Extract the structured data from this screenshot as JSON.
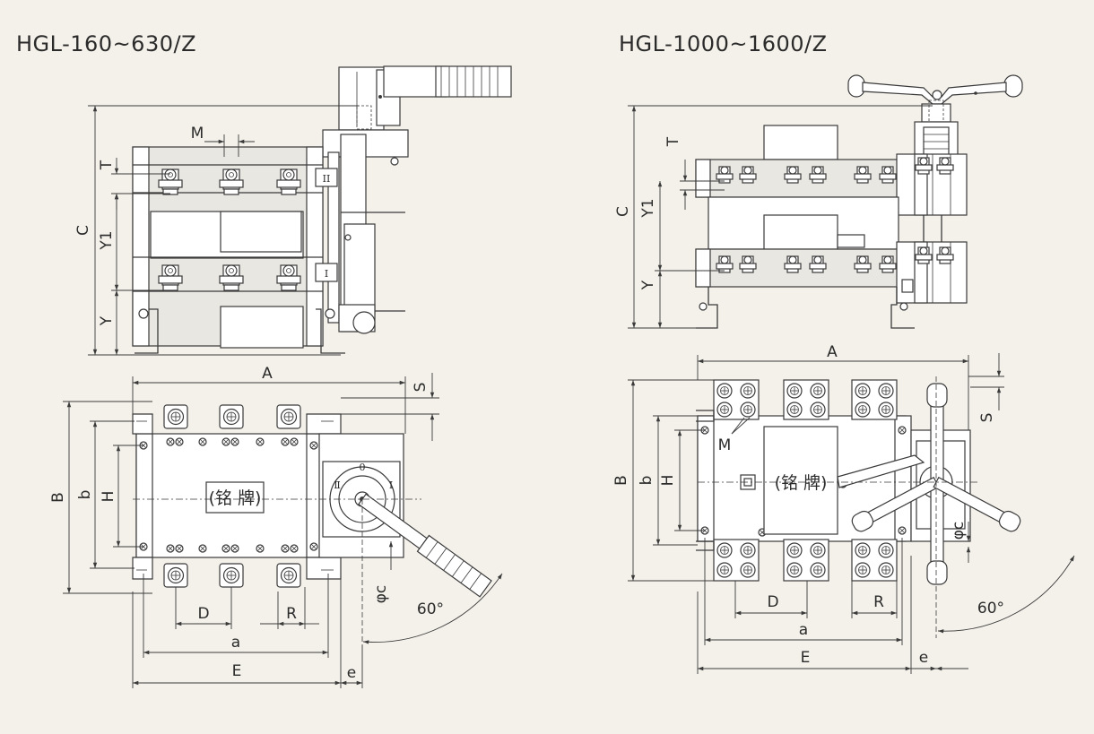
{
  "titles": {
    "left": "HGL-160~630/Z",
    "right": "HGL-1000~1600/Z"
  },
  "left_side": {
    "M": "M",
    "T": "T",
    "C": "C",
    "Y1": "Y1",
    "Y": "Y",
    "pos_upper": "II",
    "pos_lower": "I"
  },
  "left_top": {
    "A": "A",
    "S": "S",
    "B": "B",
    "b": "b",
    "H": "H",
    "nameplate": "(铭 牌)",
    "D": "D",
    "R": "R",
    "a": "a",
    "E": "E",
    "e": "e",
    "phi_c": "φc",
    "angle": "60°",
    "dial_0": "0",
    "dial_1": "Ⅰ",
    "dial_2": "Ⅱ"
  },
  "right_side": {
    "T": "T",
    "C": "C",
    "Y1": "Y1",
    "Y": "Y"
  },
  "right_top": {
    "A": "A",
    "S": "S",
    "B": "B",
    "b": "b",
    "H": "H",
    "M": "M",
    "nameplate": "(铭 牌)",
    "D": "D",
    "R": "R",
    "a": "a",
    "E": "E",
    "e": "e",
    "phi_c": "φc",
    "angle": "60°"
  }
}
